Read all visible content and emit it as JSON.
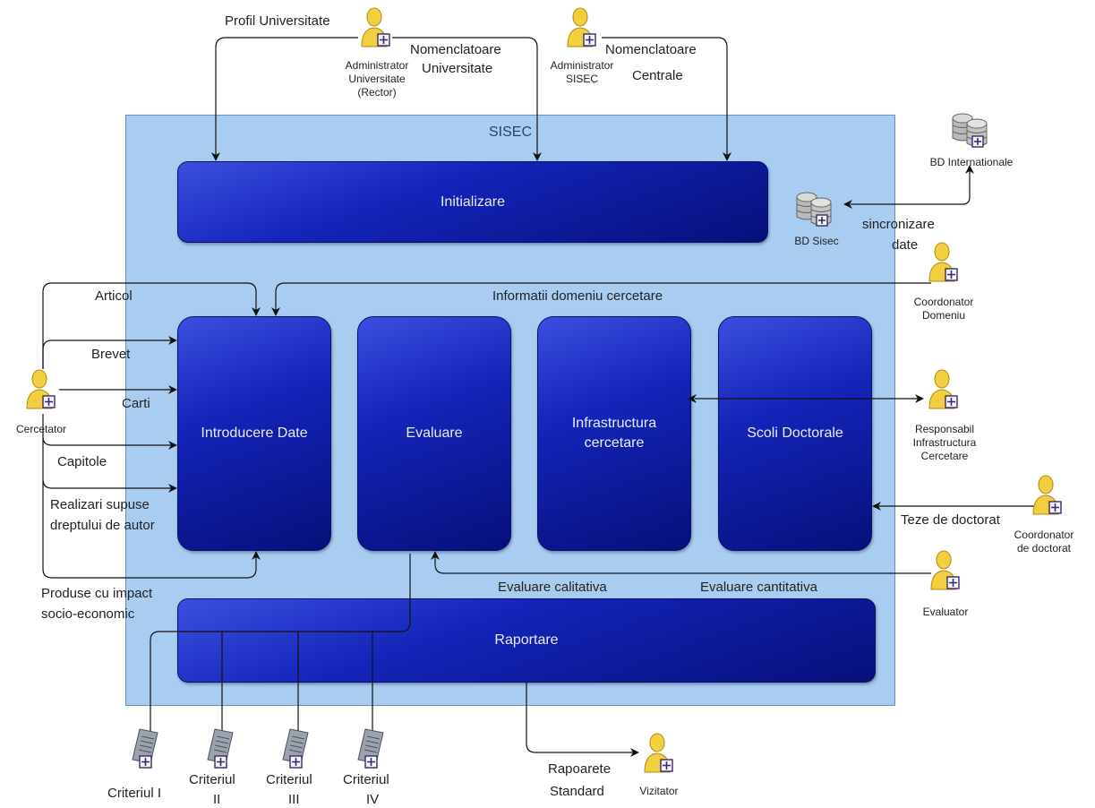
{
  "system": {
    "title": "SISEC"
  },
  "modules": {
    "initializare": "Initializare",
    "introducere": "Introducere Date",
    "evaluare": "Evaluare",
    "infrastructura": "Infrastructura\ncercetare",
    "scoli": "Scoli Doctorale",
    "raportare": "Raportare"
  },
  "actors": {
    "admin_univ": "Administrator\nUniversitate\n(Rector)",
    "admin_sisec": "Administrator\nSISEC",
    "cercetator": "Cercetator",
    "coord_domeniu": "Coordonator\nDomeniu",
    "responsabil": "Responsabil\nInfrastructura\nCercetare",
    "coord_doctorat": "Coordonator\nde doctorat",
    "evaluator": "Evaluator",
    "vizitator": "Vizitator"
  },
  "databases": {
    "bd_int": "BD Internationale",
    "bd_sisec": "BD Sisec"
  },
  "flows": {
    "profil": "Profil Universitate",
    "nom_univ_1": "Nomenclatoare",
    "nom_univ_2": "Universitate",
    "nom_centr_1": "Nomenclatoare",
    "nom_centr_2": "Centrale",
    "sincronizare_1": "sincronizare",
    "sincronizare_2": "date",
    "info_domeniu": "Informatii domeniu cercetare",
    "articol": "Articol",
    "brevet": "Brevet",
    "carti": "Carti",
    "capitole": "Capitole",
    "realizari_1": "Realizari supuse",
    "realizari_2": "dreptului de autor",
    "produse_1": "Produse cu impact",
    "produse_2": "socio-economic",
    "teze": "Teze de doctorat",
    "eval_calit": "Evaluare calitativa",
    "eval_cant": "Evaluare cantitativa",
    "rapoarte_1": "Rapoarete",
    "rapoarte_2": "Standard"
  },
  "criteria": {
    "c1": "Criteriul I",
    "c2_1": "Criteriul",
    "c2_2": "II",
    "c3_1": "Criteriul",
    "c3_2": "III",
    "c4_1": "Criteriul",
    "c4_2": "IV"
  },
  "icons": {
    "actor": "user-icon",
    "database": "database-icon",
    "document": "document-icon"
  },
  "colors": {
    "system_bg": "#a9cdf1",
    "module_dark": "#06107a",
    "module_light": "#3a4fe0",
    "actor_body": "#f2cf3e"
  }
}
